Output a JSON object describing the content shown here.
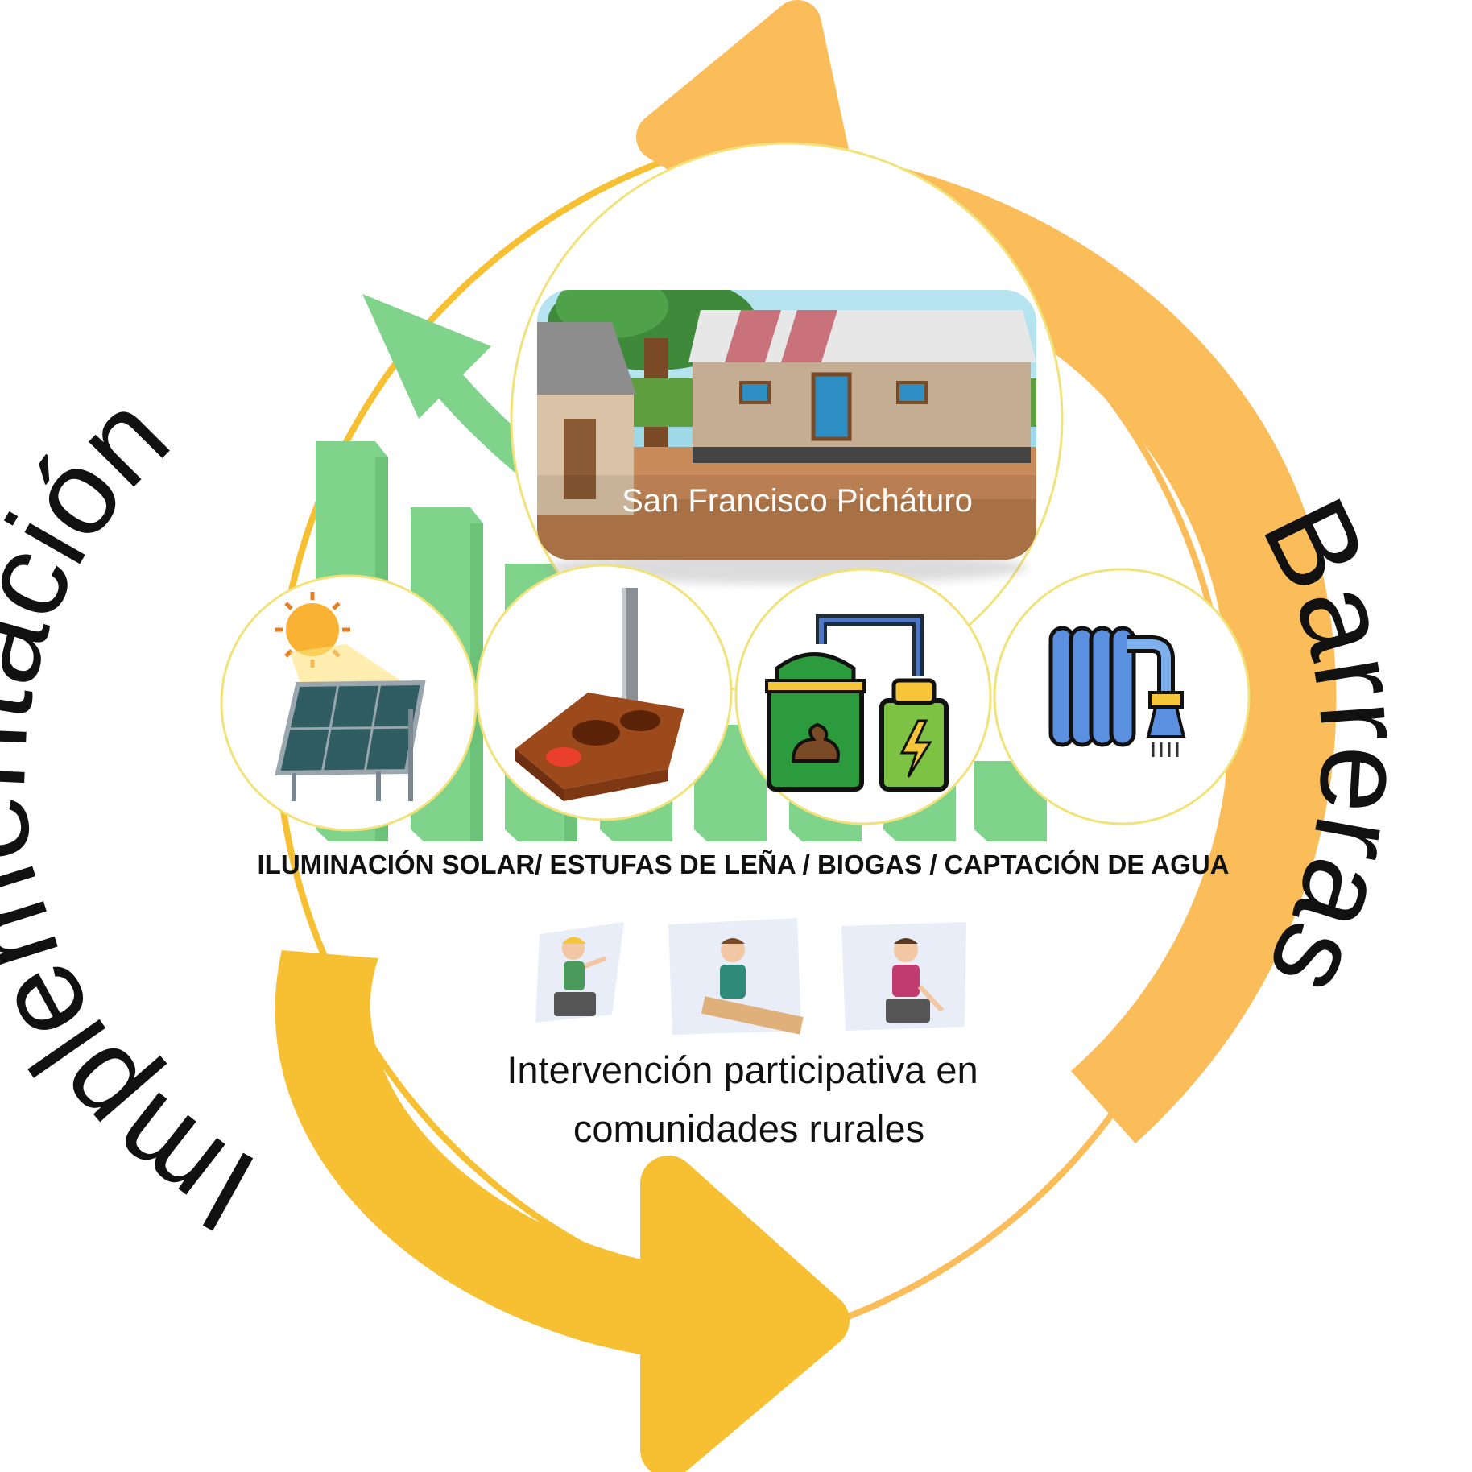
{
  "cycle": {
    "left_label": "Implementación",
    "right_label": "Barreras"
  },
  "community": {
    "name": "San Francisco Picháturo"
  },
  "technologies": {
    "label": "ILUMINACIÓN SOLAR/ ESTUFAS DE LEÑA / BIOGAS / CAPTACIÓN DE AGUA",
    "icons": [
      "solar-panel-icon",
      "wood-stove-icon",
      "biogas-digester-icon",
      "water-hose-icon"
    ]
  },
  "intervention": {
    "line1": "Intervención participativa en",
    "line2": "comunidades rurales",
    "figures": [
      "worker-painter-icon",
      "worker-carpenter-icon",
      "worker-mechanic-icon"
    ]
  },
  "colors": {
    "arrow_orange": "#FBBC5A",
    "arrow_yellow": "#F7BF32",
    "green": "#7FD38B",
    "circle_border": "#F2E27A"
  }
}
